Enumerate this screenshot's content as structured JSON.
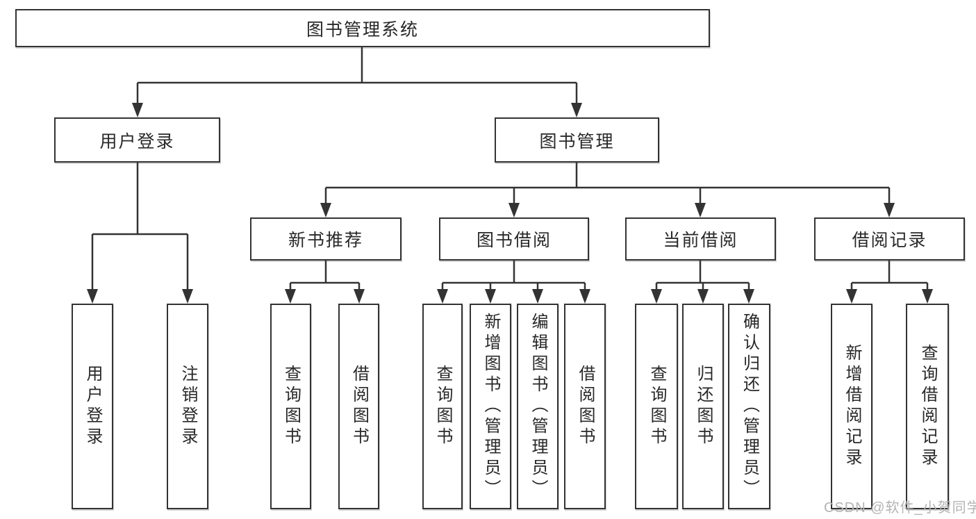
{
  "diagram_type": "hierarchy-tree",
  "colors": {
    "line": "#333333",
    "text": "#282828",
    "background": "#ffffff",
    "watermark": "#b3b3b3"
  },
  "watermark": "CSDN @软件_小贺同学",
  "tree": {
    "label": "图书管理系统",
    "children": [
      {
        "label": "用户登录",
        "children": [
          {
            "label": "用户登录"
          },
          {
            "label": "注销登录"
          }
        ]
      },
      {
        "label": "图书管理",
        "children": [
          {
            "label": "新书推荐",
            "children": [
              {
                "label": "查询图书"
              },
              {
                "label": "借阅图书"
              }
            ]
          },
          {
            "label": "图书借阅",
            "children": [
              {
                "label": "查询图书"
              },
              {
                "label": "新增图书（管理员）"
              },
              {
                "label": "编辑图书（管理员）"
              },
              {
                "label": "借阅图书"
              }
            ]
          },
          {
            "label": "当前借阅",
            "children": [
              {
                "label": "查询图书"
              },
              {
                "label": "归还图书"
              },
              {
                "label": "确认归还（管理员）"
              }
            ]
          },
          {
            "label": "借阅记录",
            "children": [
              {
                "label": "新增借阅记录"
              },
              {
                "label": "查询借阅记录"
              }
            ]
          }
        ]
      }
    ]
  }
}
